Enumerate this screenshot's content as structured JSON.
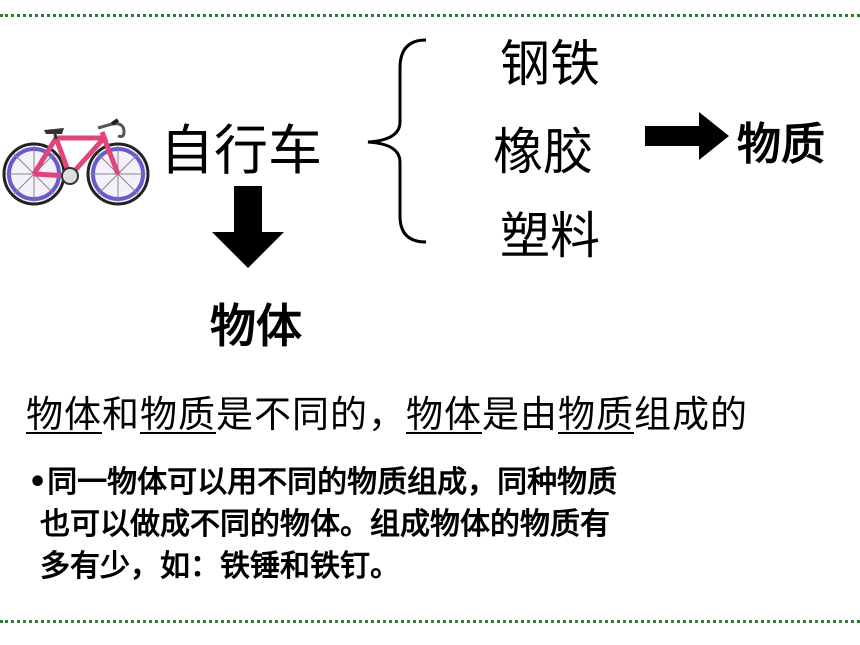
{
  "diagram": {
    "bike_label": "自行车",
    "materials": [
      "钢铁",
      "橡胶",
      "塑料"
    ],
    "substance_label": "物质",
    "object_label": "物体",
    "colors": {
      "bike_frame": "#e0457b",
      "wheel": "#6a5acd",
      "divider": "#2e7d32"
    },
    "icons": [
      "bicycle-icon",
      "brace",
      "arrow-right",
      "arrow-down"
    ]
  },
  "statement": {
    "p1": "物体",
    "p2": "和",
    "p3": "物质",
    "p4": "是不同的，",
    "p5": "物体",
    "p6": "是由",
    "p7": "物质",
    "p8": "组成的"
  },
  "note": {
    "bullet": "•",
    "line1": "同一物体可以用不同的物质组成，同种物质",
    "line2": "也可以做成不同的物体。组成物体的物质有",
    "line3": "多有少，如：铁锤和铁钉。"
  }
}
